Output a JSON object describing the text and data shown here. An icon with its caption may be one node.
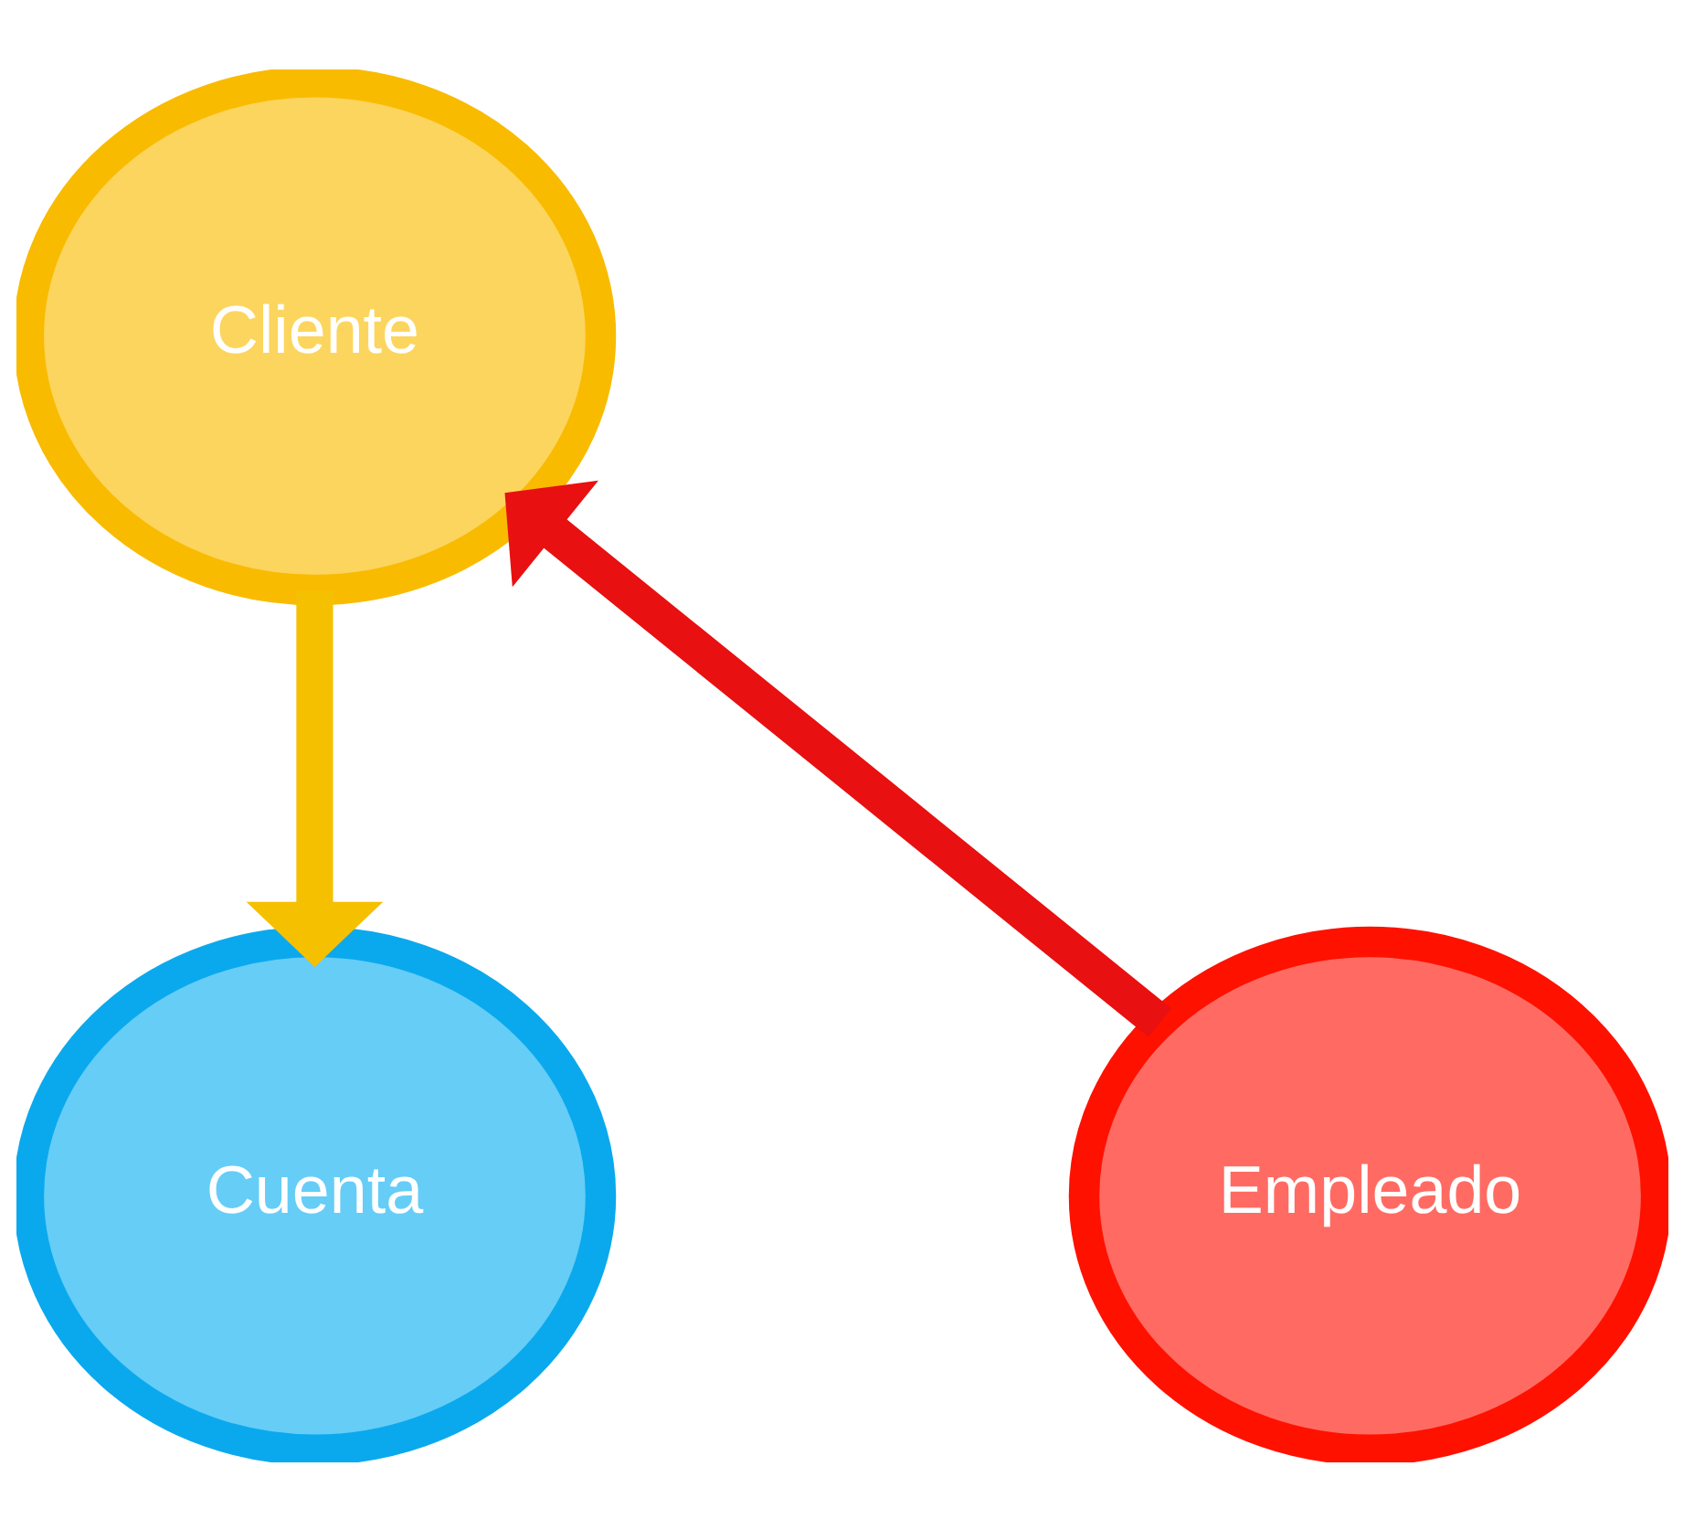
{
  "diagram": {
    "nodes": [
      {
        "text": [
          "Cliente"
        ]
      },
      {
        "text": [
          "Cuenta"
        ]
      },
      {
        "text": [
          "Empleado"
        ]
      }
    ],
    "edges": [
      {
        "from": 0,
        "to": 1,
        "arrow": "to",
        "color": "#f5c000"
      },
      {
        "from": 2,
        "to": 0,
        "arrow": "to",
        "color": "#e81010"
      }
    ]
  }
}
